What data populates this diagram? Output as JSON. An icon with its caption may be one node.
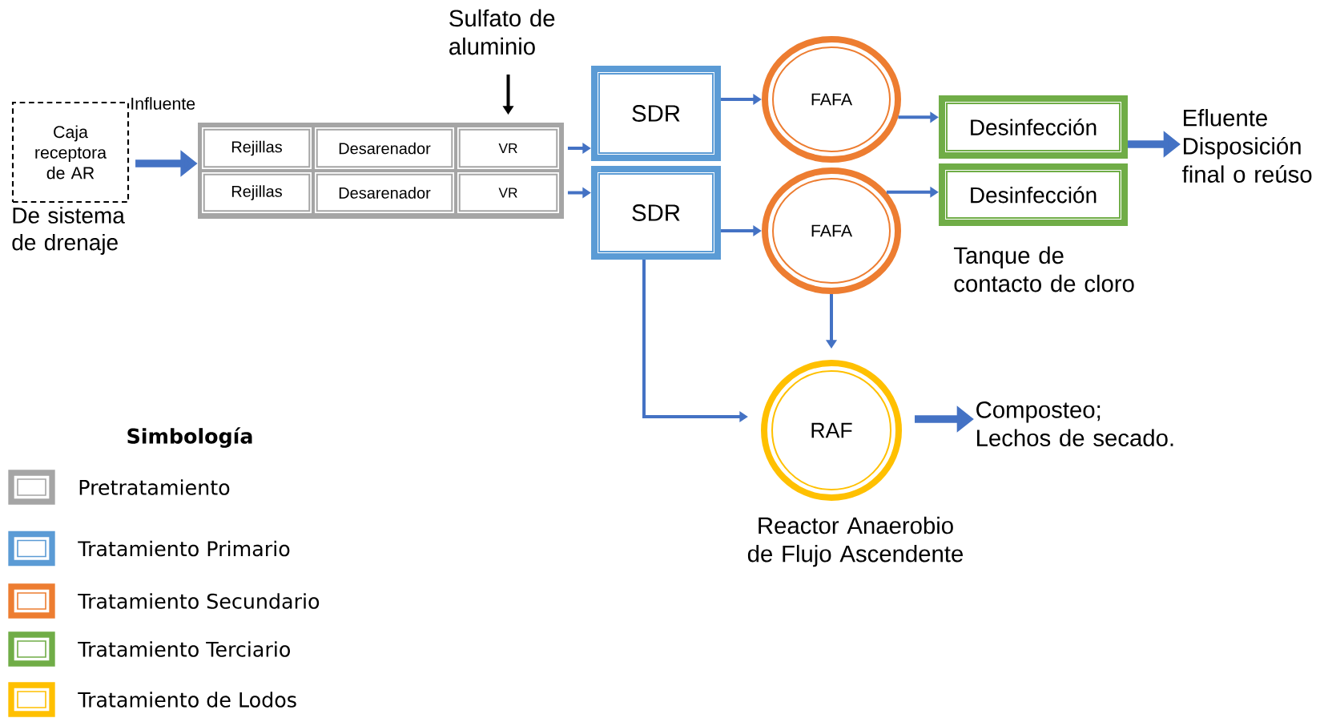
{
  "diagram": {
    "nodes": [
      {
        "text": [
          "Caja receptora de AR"
        ],
        "beside": [
          "De sistema de drenaje"
        ]
      },
      {
        "text": [],
        "shape": "box"
      },
      {
        "text": [
          "Rejillas"
        ],
        "in": 1
      },
      {
        "text": [
          "Desarenador"
        ],
        "in": 1
      },
      {
        "text": [
          "VR"
        ],
        "in": 1
      },
      {
        "text": [
          "Rejillas"
        ],
        "in": 1
      },
      {
        "text": [
          "Desarenador"
        ],
        "in": 1
      },
      {
        "text": [
          "VR"
        ],
        "in": 1
      },
      {
        "text": [
          "Sulfato de aluminio"
        ]
      },
      {
        "text": [
          "SDR"
        ]
      },
      {
        "text": [
          "SDR"
        ]
      },
      {
        "text": [
          "FAFA"
        ]
      },
      {
        "text": [
          "FAFA"
        ]
      },
      {
        "text": [
          "Desinfección"
        ]
      },
      {
        "text": [
          "Desinfección"
        ],
        "beside": [
          "Tanque de contacto de cloro"
        ]
      },
      {
        "text": [
          "Efluente",
          "Disposición final o reúso"
        ]
      },
      {
        "text": [
          "RAF"
        ],
        "beside": [
          "Reactor Anaerobio de Flujo Ascendente"
        ]
      },
      {
        "text": [
          "Composteo; Lechos de secado."
        ]
      }
    ],
    "edges": [
      {
        "from": 0,
        "to": 1,
        "arrow": "to",
        "style": "thick"
      },
      {
        "from": 8,
        "to": 4,
        "arrow": "to",
        "color": "#000000"
      },
      {
        "from": 4,
        "to": 9,
        "arrow": "to"
      },
      {
        "from": 7,
        "to": 10,
        "arrow": "to"
      },
      {
        "from": 9,
        "to": 11,
        "arrow": "to"
      },
      {
        "from": 10,
        "to": 12,
        "arrow": "to"
      },
      {
        "from": 11,
        "to": 13,
        "arrow": "to"
      },
      {
        "from": 12,
        "to": 14,
        "arrow": "to"
      },
      {
        "from": 13,
        "to": 15,
        "arrow": "to",
        "style": "thick"
      },
      {
        "from": 12,
        "to": 16,
        "arrow": "to"
      },
      {
        "from": 10,
        "to": 16,
        "arrow": "to"
      },
      {
        "from": 16,
        "to": 17,
        "arrow": "to",
        "style": "thick"
      }
    ],
    "labels": [
      "Influente",
      "Simbología"
    ],
    "legend": [
      {
        "text": "Pretratamiento",
        "color": "#a5a5a5"
      },
      {
        "text": "Tratamiento Primario",
        "color": "#5b9bd5"
      },
      {
        "text": "Tratamiento Secundario",
        "color": "#ed7d31"
      },
      {
        "text": "Tratamiento Terciario",
        "color": "#70ad47"
      },
      {
        "text": "Tratamiento de Lodos",
        "color": "#ffc000"
      }
    ]
  }
}
